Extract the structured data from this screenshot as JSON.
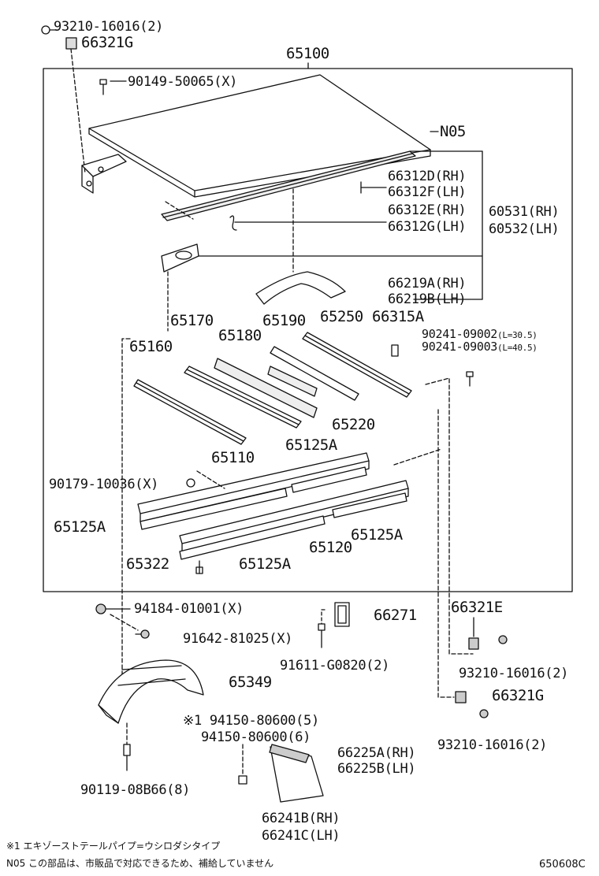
{
  "labels": {
    "p93210_top": "93210-16016(2)",
    "p66321G_top": "66321G",
    "p65100": "65100",
    "p90149": "90149-50065(X)",
    "pN05": "N05",
    "p66312D": "66312D(RH)",
    "p66312F": "66312F(LH)",
    "p66312E": "66312E(RH)",
    "p66312G": "66312G(LH)",
    "p60531": "60531(RH)",
    "p60532": "60532(LH)",
    "p66219A": "66219A(RH)",
    "p66219B": "66219B(LH)",
    "p65170": "65170",
    "p65190": "65190",
    "p65250": "65250",
    "p66315A": "66315A",
    "p90241a": "90241-09002",
    "p90241a_note": "(L=30.5)",
    "p90241b": "90241-09003",
    "p90241b_note": "(L=40.5)",
    "p65160": "65160",
    "p65180": "65180",
    "p65220": "65220",
    "p65110": "65110",
    "p65125A_1": "65125A",
    "p90179": "90179-10036(X)",
    "p65125A_2": "65125A",
    "p65125A_3": "65125A",
    "p65120": "65120",
    "p65322": "65322",
    "p65125A_4": "65125A",
    "p94184": "94184-01001(X)",
    "p66271": "66271",
    "p66321E": "66321E",
    "p91642": "91642-81025(X)",
    "p91611": "91611-G0820(2)",
    "p93210_mid": "93210-16016(2)",
    "p65349": "65349",
    "p66321G_low": "66321G",
    "p94150a": "※1 94150-80600(5)",
    "p94150b": "94150-80600(6)",
    "p93210_low": "93210-16016(2)",
    "p66225A": "66225A(RH)",
    "p66225B": "66225B(LH)",
    "p90119": "90119-08B66(8)",
    "p66241B": "66241B(RH)",
    "p66241C": "66241C(LH)"
  },
  "notes": {
    "note1": "※1 エキゾーストテールパイプ=ウシロダシタイプ",
    "note2": "N05 この部品は、市販品で対応できるため、補給していません",
    "code": "650608C"
  }
}
